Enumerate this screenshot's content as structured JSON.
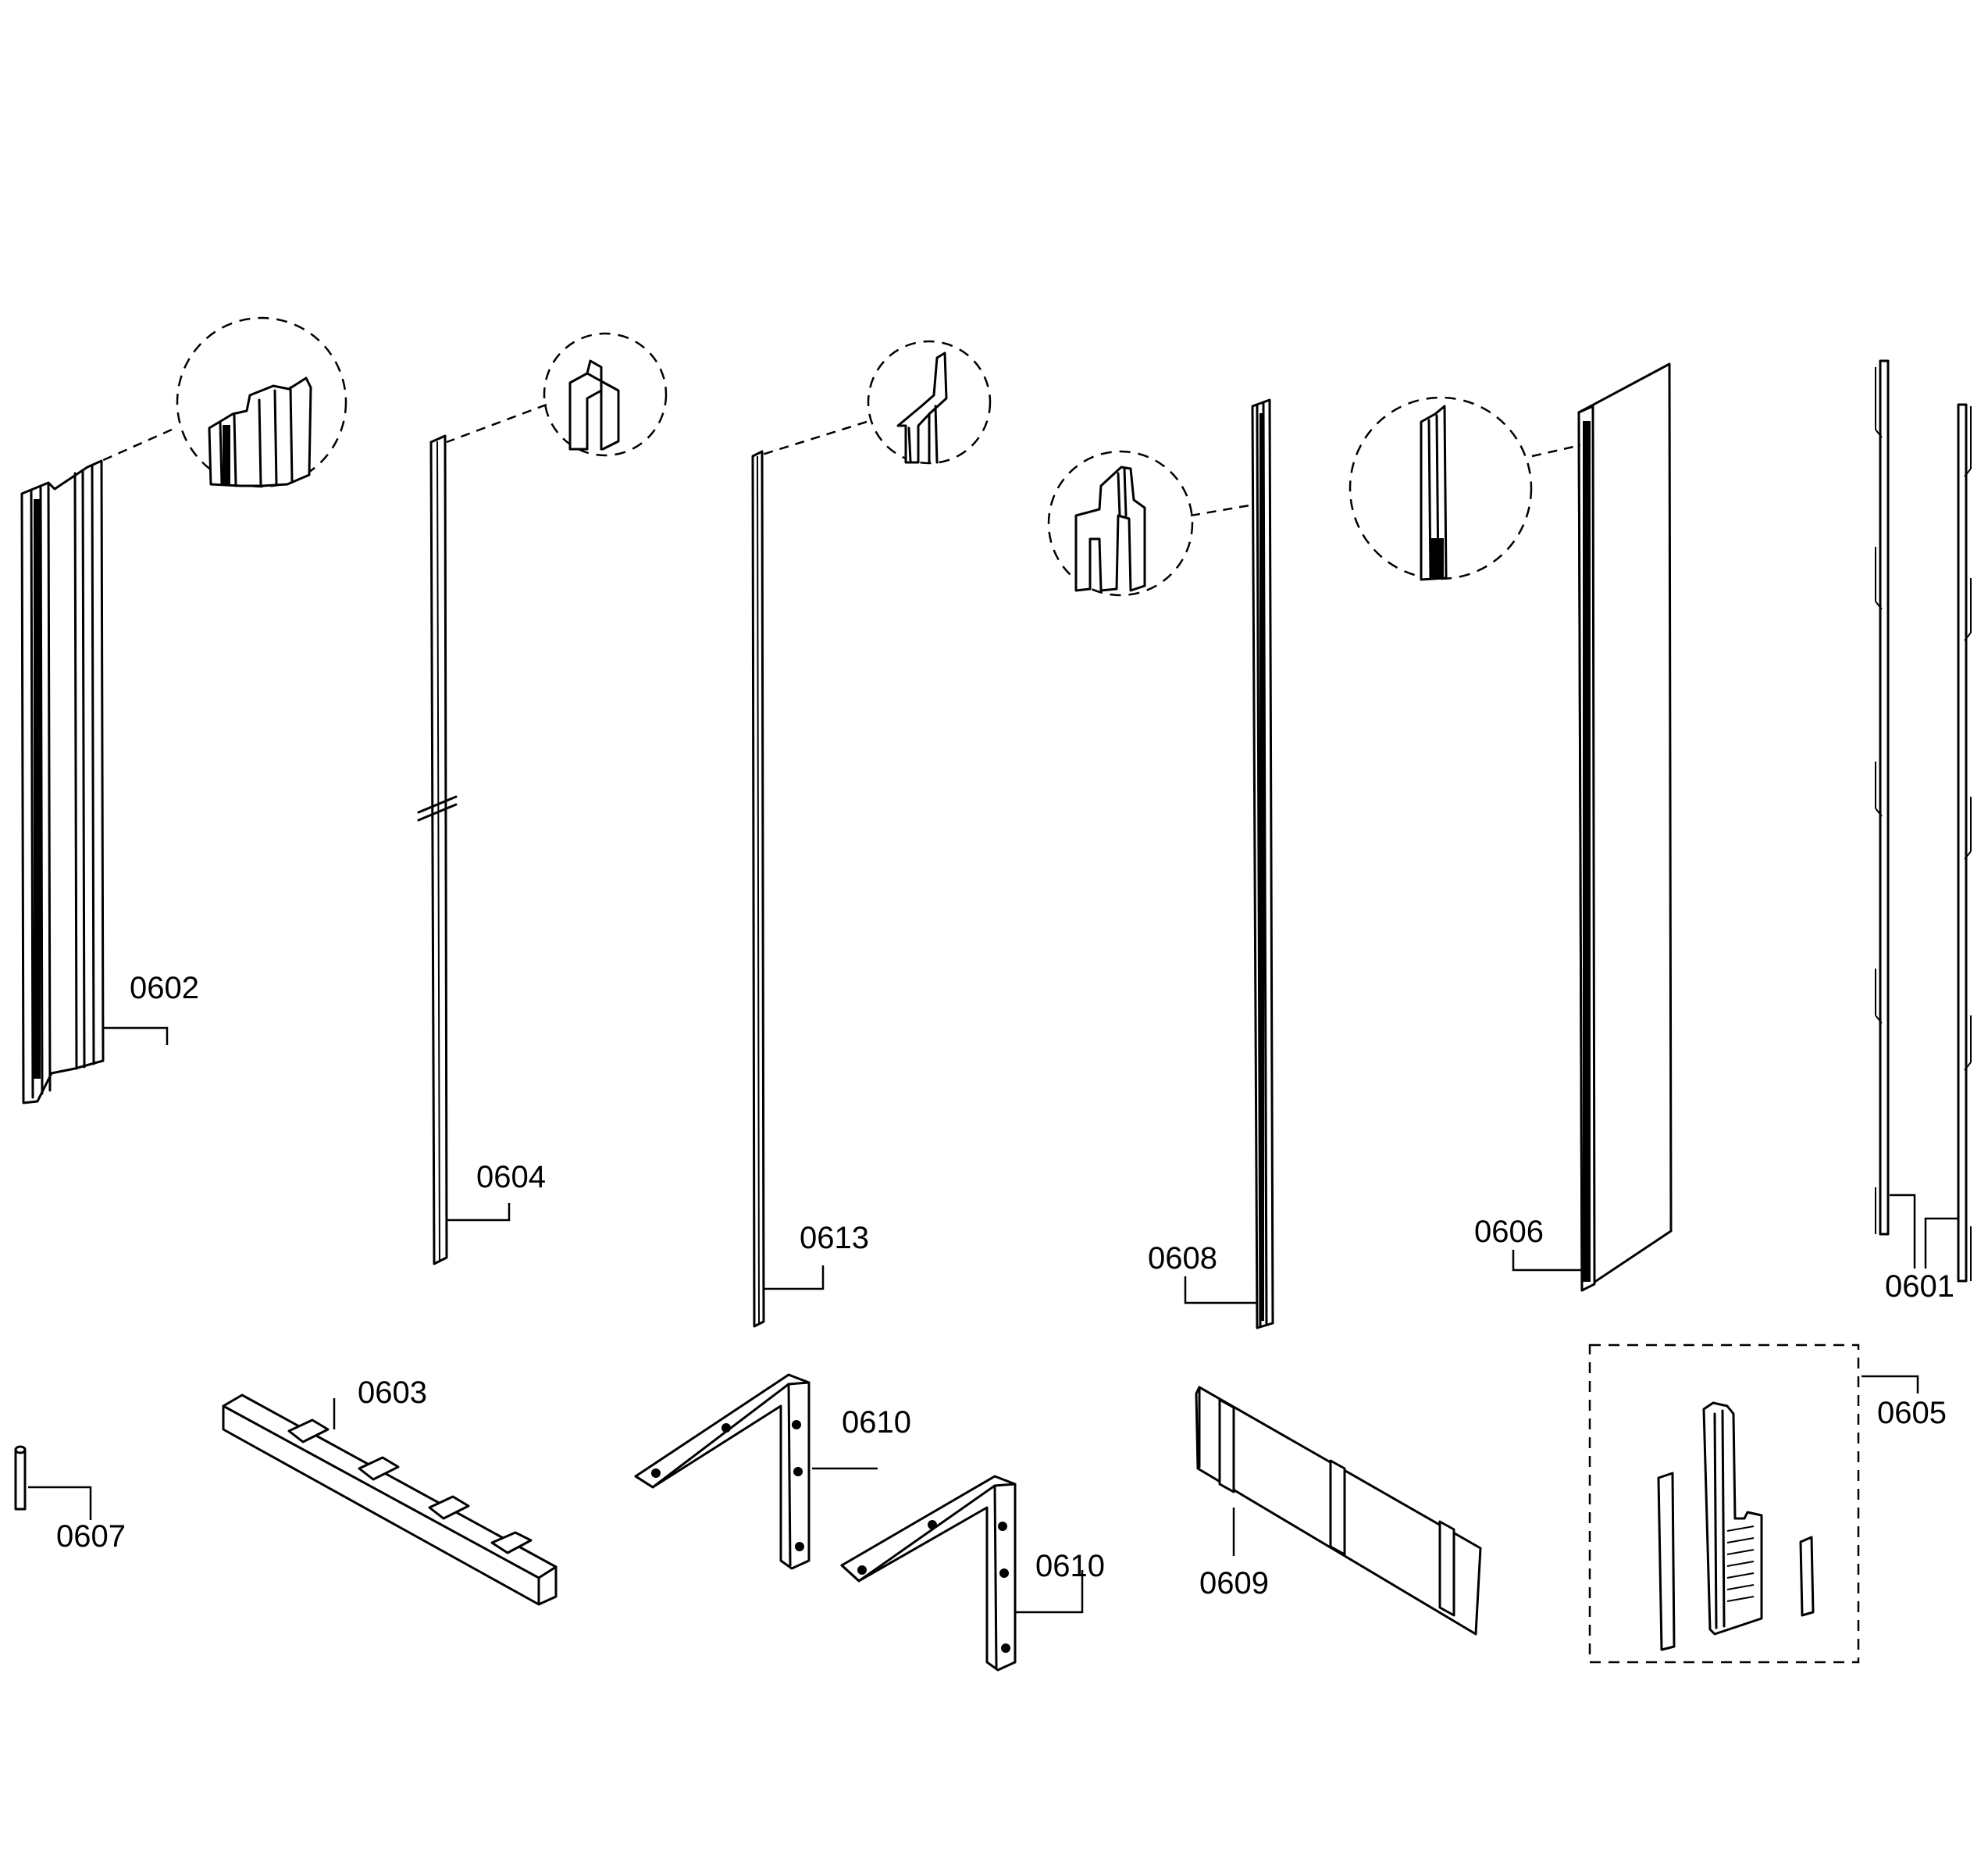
{
  "parts": {
    "p0602": "0602",
    "p0604": "0604",
    "p0613": "0613",
    "p0608": "0608",
    "p0606": "0606",
    "p0601": "0601",
    "p0603": "0603",
    "p0607": "0607",
    "p0610a": "0610",
    "p0610b": "0610",
    "p0609": "0609",
    "p0605": "0605"
  }
}
